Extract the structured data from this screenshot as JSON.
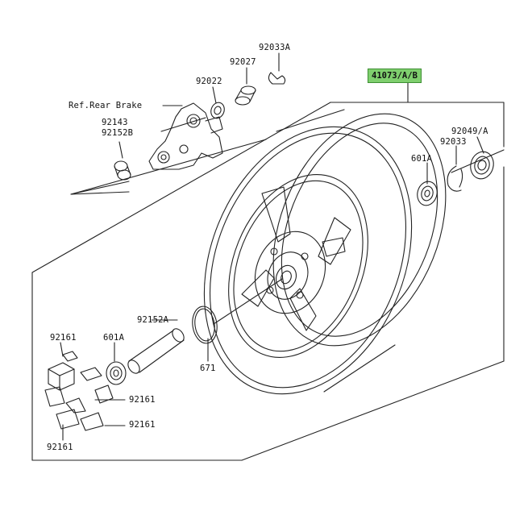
{
  "diagram": {
    "highlight_color": "#7fcf6e",
    "line_color": "#222222",
    "labels": {
      "assembly": "41073/A/B",
      "ref_rear_brake": "Ref.Rear Brake",
      "p92033A": "92033A",
      "p92027": "92027",
      "p92022": "92022",
      "p92143": "92143",
      "p92152B": "92152B",
      "p92049A": "92049/A",
      "p92033": "92033",
      "p601A_top": "601A",
      "p92152A": "92152A",
      "p601A_bottom": "601A",
      "p671": "671",
      "p92161_top": "92161",
      "p92161_mid1": "92161",
      "p92161_mid2": "92161",
      "p92161_bottom": "92161"
    }
  }
}
